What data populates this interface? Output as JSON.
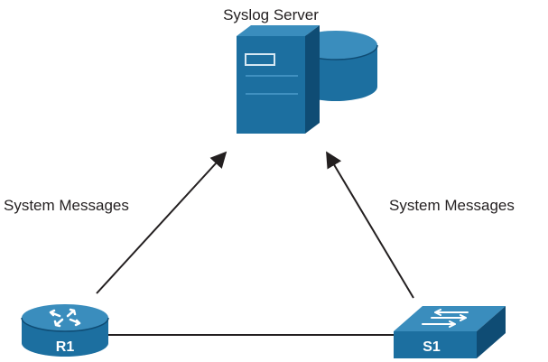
{
  "server": {
    "label": "Syslog Server"
  },
  "router": {
    "label": "R1"
  },
  "switch": {
    "label": "S1"
  },
  "links": {
    "router_to_server_label": "System Messages",
    "switch_to_server_label": "System Messages"
  },
  "colors": {
    "device_fill": "#1c6fa0",
    "device_dark": "#0f4c74",
    "device_light": "#3a8dbd",
    "line": "#231f20"
  },
  "icons": {
    "server": "server-tower-icon",
    "database": "database-cylinder-icon",
    "router": "router-icon",
    "switch": "switch-icon"
  }
}
